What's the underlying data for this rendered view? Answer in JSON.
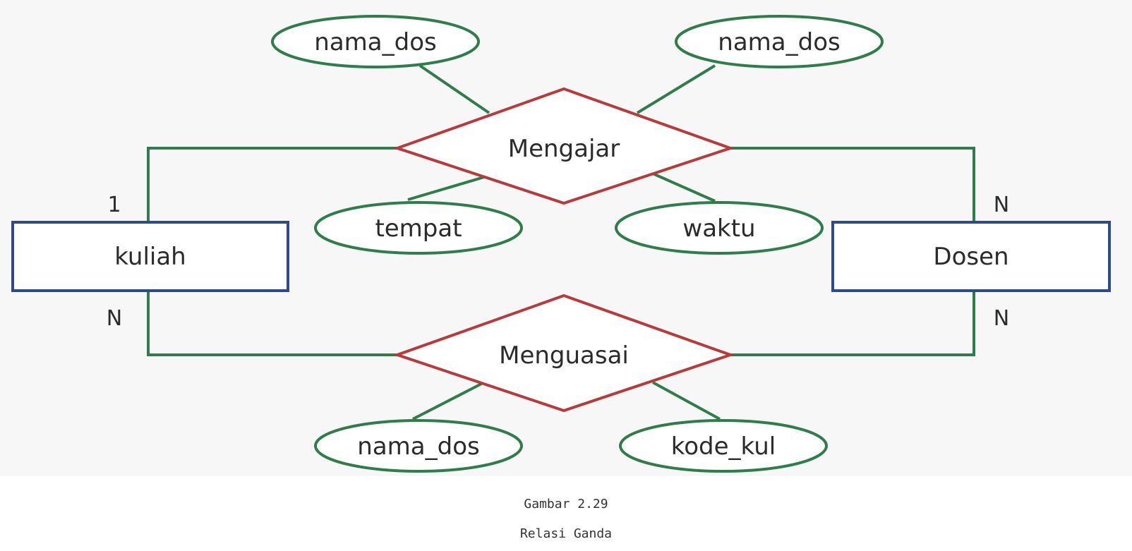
{
  "colors": {
    "entity_border": "#2f4a8c",
    "relationship_border": "#b83a3a",
    "attribute_border": "#2e7d4a",
    "connector_line": "#2e7d4a",
    "text": "#2b2b2b",
    "background": "#f7f7f7"
  },
  "entities": {
    "kuliah": "kuliah",
    "dosen": "Dosen"
  },
  "relationships": {
    "mengajar": "Mengajar",
    "menguasai": "Menguasai"
  },
  "attributes": {
    "mengajar_top_left": "nama_dos",
    "mengajar_top_right": "nama_dos",
    "mengajar_bottom_left": "tempat",
    "mengajar_bottom_right": "waktu",
    "menguasai_bottom_left": "nama_dos",
    "menguasai_bottom_right": "kode_kul"
  },
  "cardinalities": {
    "kuliah_mengajar": "1",
    "dosen_mengajar": "N",
    "kuliah_menguasai": "N",
    "dosen_menguasai": "N"
  },
  "caption": {
    "figure_number": "Gambar 2.29",
    "title": "Relasi Ganda"
  }
}
